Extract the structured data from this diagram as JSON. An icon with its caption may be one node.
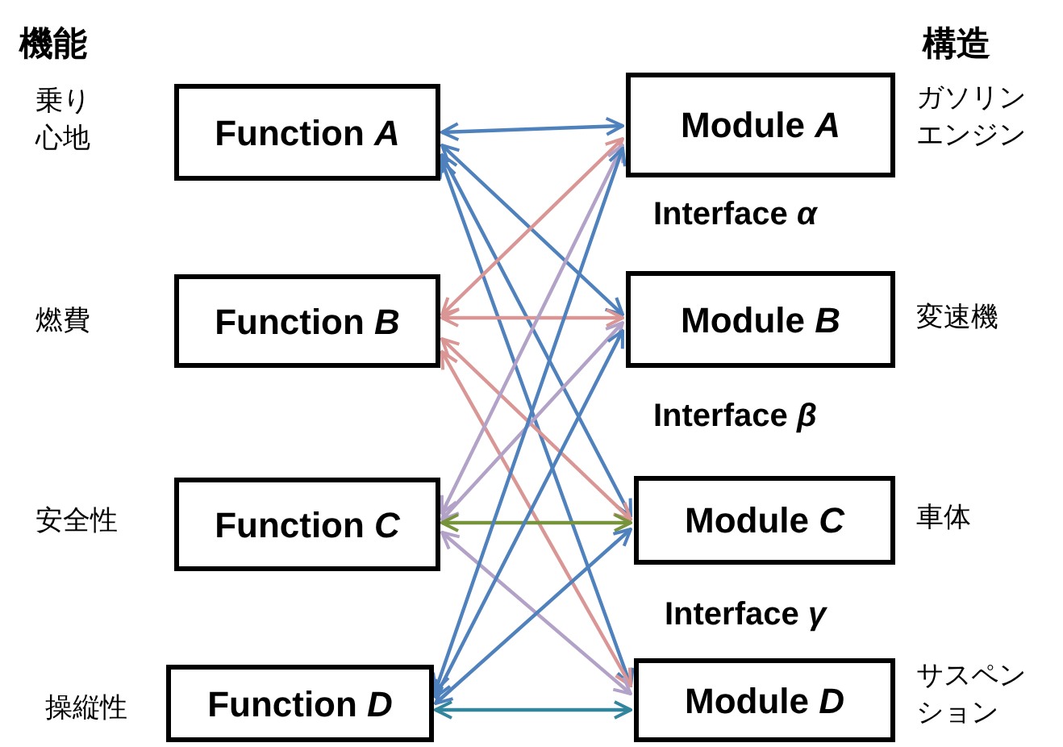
{
  "diagram": {
    "nodes": [
      {
        "text": [
          "Function *A*"
        ],
        "beside": [
          "乗り心地"
        ]
      },
      {
        "text": [
          "Function *B*"
        ],
        "beside": [
          "燃費"
        ]
      },
      {
        "text": [
          "Function *C*"
        ],
        "beside": [
          "安全性"
        ]
      },
      {
        "text": [
          "Function *D*"
        ],
        "beside": [
          "操縦性"
        ]
      },
      {
        "text": [
          "Module *A*"
        ],
        "beside": [
          "ガソリンエンジン"
        ]
      },
      {
        "text": [
          "Module *B*"
        ],
        "beside": [
          "変速機"
        ]
      },
      {
        "text": [
          "Module *C*"
        ],
        "beside": [
          "車体"
        ]
      },
      {
        "text": [
          "Module *D*"
        ],
        "beside": [
          "サスペンション"
        ]
      }
    ],
    "edges": [
      {
        "from": 0,
        "to": 4,
        "arrow": "both"
      },
      {
        "from": 0,
        "to": 5,
        "arrow": "both"
      },
      {
        "from": 0,
        "to": 6,
        "arrow": "both"
      },
      {
        "from": 0,
        "to": 7,
        "arrow": "both"
      },
      {
        "from": 1,
        "to": 4,
        "arrow": "both",
        "color": "#d99694"
      },
      {
        "from": 1,
        "to": 5,
        "arrow": "both",
        "color": "#d99694"
      },
      {
        "from": 1,
        "to": 6,
        "arrow": "both",
        "color": "#d99694"
      },
      {
        "from": 1,
        "to": 7,
        "arrow": "both",
        "color": "#d99694"
      },
      {
        "from": 2,
        "to": 4,
        "arrow": "both",
        "color": "#b3a2c7"
      },
      {
        "from": 2,
        "to": 5,
        "arrow": "both",
        "color": "#b3a2c7"
      },
      {
        "from": 2,
        "to": 6,
        "arrow": "both",
        "color": "#77933c"
      },
      {
        "from": 2,
        "to": 7,
        "arrow": "both",
        "color": "#b3a2c7"
      },
      {
        "from": 3,
        "to": 4,
        "arrow": "both"
      },
      {
        "from": 3,
        "to": 5,
        "arrow": "both"
      },
      {
        "from": 3,
        "to": 6,
        "arrow": "both"
      },
      {
        "from": 3,
        "to": 7,
        "arrow": "both",
        "color": "#31859c"
      }
    ],
    "labels": [
      "機能",
      "構造",
      "Interface *α*",
      "Interface *β*",
      "Interface *γ*"
    ]
  }
}
